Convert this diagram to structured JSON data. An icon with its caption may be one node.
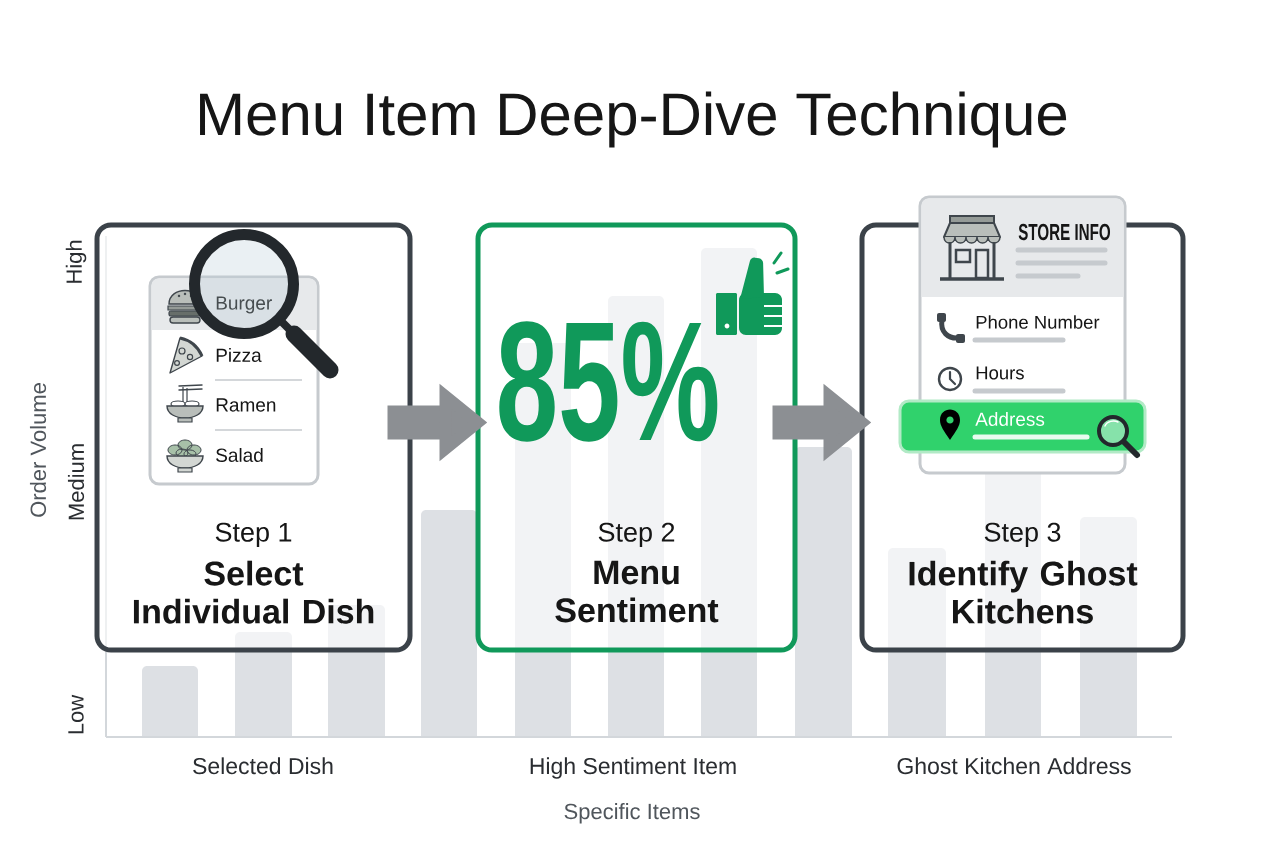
{
  "diagram": {
    "title": "Menu Item Deep-Dive Technique",
    "nodes": [
      {
        "text": [
          "Step 1",
          "Select Individual Dish"
        ]
      },
      {
        "text": [
          "Burger",
          "Pizza",
          "Ramen",
          "Salad"
        ],
        "in": 0
      },
      {
        "text": [
          "85%",
          "Step 2",
          "Menu Sentiment"
        ]
      },
      {
        "text": [
          "Step 3",
          "Identify Ghost Kitchens"
        ]
      },
      {
        "text": [
          "STORE INFO",
          "Phone Number",
          "Hours"
        ]
      },
      {
        "text": [
          "Address"
        ],
        "in": 3
      }
    ],
    "edges": [
      {
        "from": 0,
        "to": 2,
        "arrow": "to"
      },
      {
        "from": 2,
        "to": 3,
        "arrow": "to"
      }
    ],
    "labels": [
      "Order Volume",
      "High",
      "Medium",
      "Low",
      "Selected Dish",
      "High Sentiment Item",
      "Ghost Kitchen Address",
      "Specific Items"
    ]
  }
}
